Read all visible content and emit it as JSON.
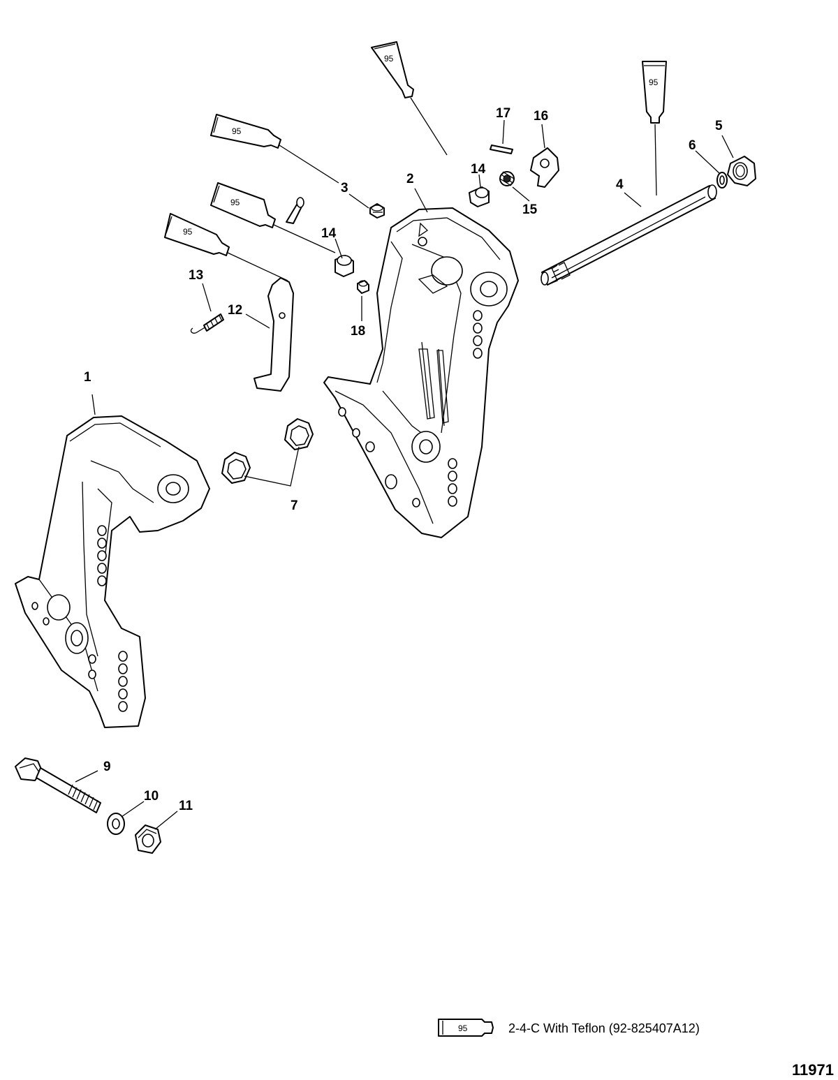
{
  "callouts": [
    {
      "id": "1",
      "text": "1"
    },
    {
      "id": "2",
      "text": "2"
    },
    {
      "id": "3",
      "text": "3"
    },
    {
      "id": "4",
      "text": "4"
    },
    {
      "id": "5",
      "text": "5"
    },
    {
      "id": "6",
      "text": "6"
    },
    {
      "id": "7",
      "text": "7"
    },
    {
      "id": "9",
      "text": "9"
    },
    {
      "id": "10",
      "text": "10"
    },
    {
      "id": "11",
      "text": "11"
    },
    {
      "id": "12",
      "text": "12"
    },
    {
      "id": "13",
      "text": "13"
    },
    {
      "id": "14a",
      "text": "14"
    },
    {
      "id": "14b",
      "text": "14"
    },
    {
      "id": "15",
      "text": "15"
    },
    {
      "id": "16",
      "text": "16"
    },
    {
      "id": "17",
      "text": "17"
    },
    {
      "id": "18",
      "text": "18"
    }
  ],
  "lubricant_tube_label": "95",
  "legend": {
    "tube_label": "95",
    "text": "2-4-C  With Teflon (92-825407A12)"
  },
  "figure_number": "11971"
}
